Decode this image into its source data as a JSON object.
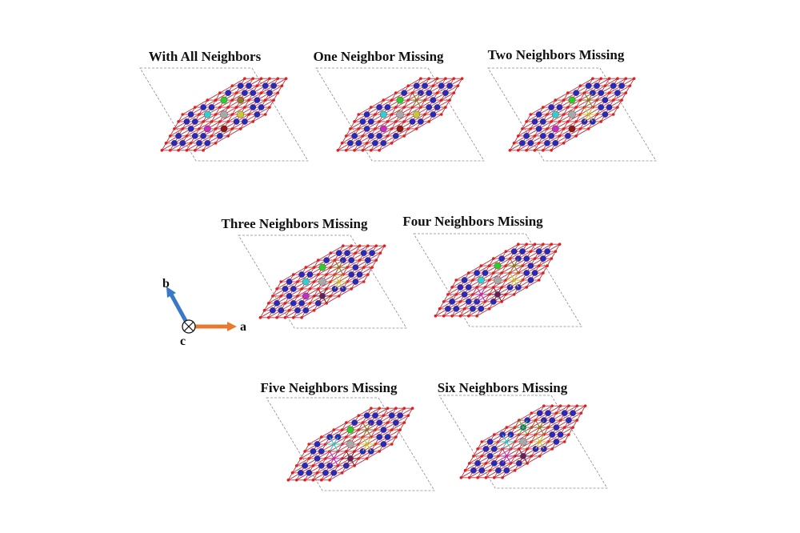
{
  "panels": [
    {
      "title": "With All Neighbors",
      "missing": []
    },
    {
      "title": "One Neighbor Missing",
      "missing": [
        "brown"
      ]
    },
    {
      "title": "Two Neighbors Missing",
      "missing": [
        "brown",
        "olive"
      ]
    },
    {
      "title": "Three Neighbors Missing",
      "missing": [
        "brown",
        "olive",
        "darkred"
      ]
    },
    {
      "title": "Four Neighbors Missing",
      "missing": [
        "brown",
        "olive",
        "darkred",
        "magenta"
      ]
    },
    {
      "title": "Five Neighbors Missing",
      "missing": [
        "brown",
        "olive",
        "darkred",
        "magenta",
        "cyan"
      ]
    },
    {
      "title": "Six Neighbors Missing",
      "missing": [
        "brown",
        "olive",
        "darkred",
        "magenta",
        "cyan",
        "green"
      ]
    }
  ],
  "axes": {
    "a": "a",
    "b": "b",
    "c": "c"
  },
  "colors": {
    "center": "#a8a8a8",
    "green": "#2ecc2e",
    "brown": "#8b7a2a",
    "olive": "#c8c832",
    "darkred": "#8b1a1a",
    "magenta": "#c030c0",
    "cyan": "#30d0d0",
    "lattice_atom": "#2a2ab8",
    "oxygen": "#e02020",
    "bond": "#c0303a",
    "cell_border": "#8a8a8a",
    "axis_a": "#e87a30",
    "axis_b": "#3a78c8"
  }
}
